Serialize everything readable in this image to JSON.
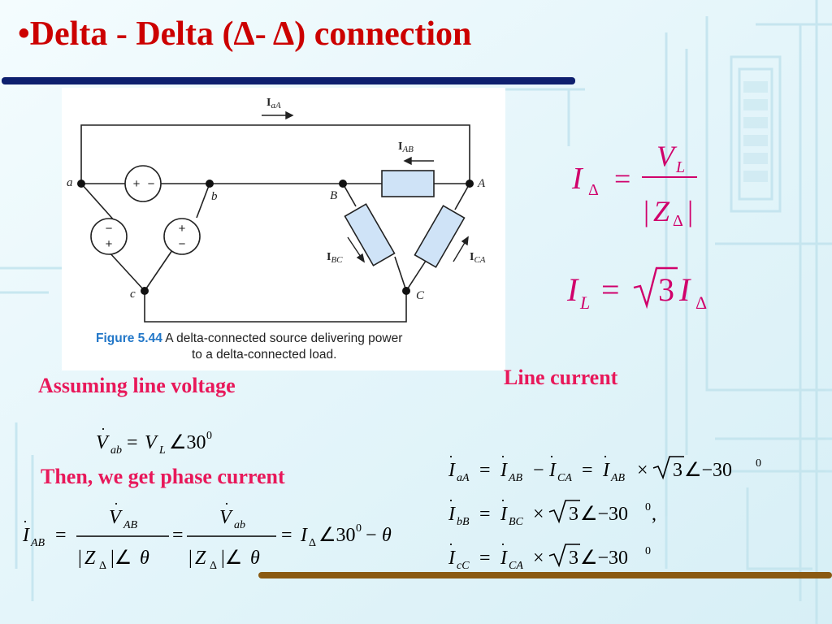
{
  "slide": {
    "title": "•Delta - Delta (Δ- Δ) connection"
  },
  "figure": {
    "caption_number": "Figure 5.44",
    "caption_line1": "A delta-connected source delivering power",
    "caption_line2": "to a delta-connected load.",
    "node_a": "a",
    "node_b": "b",
    "node_c": "c",
    "node_A": "A",
    "node_B": "B",
    "node_C": "C",
    "current_aA": "aA",
    "current_AB": "AB",
    "current_BC": "BC",
    "current_CA": "CA",
    "current_symbol": "I"
  },
  "labels": {
    "assuming": "Assuming line voltage",
    "then": "Then, we get phase current",
    "line_current": "Line current"
  },
  "colors": {
    "title": "#cc0000",
    "label": "#e8185a",
    "equation_accent": "#d0006b",
    "title_rule": "#0e1f6e",
    "bottom_rule": "#8a5a12",
    "caption_number": "#2277c8",
    "element_fill": "#cfe3f7"
  }
}
